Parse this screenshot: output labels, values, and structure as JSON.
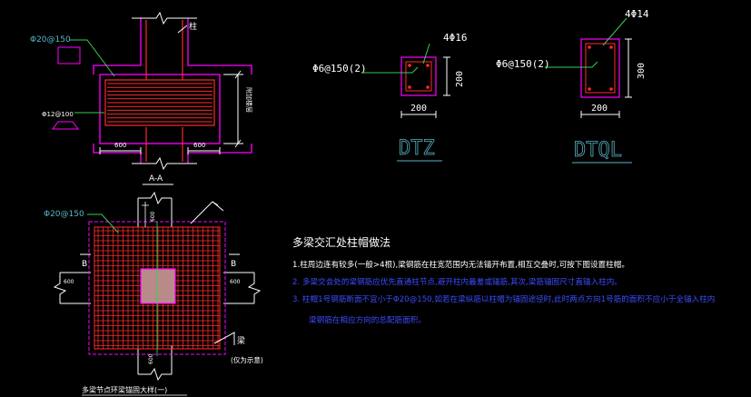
{
  "colors": {
    "background": "#000000",
    "outline": "#ff00ff",
    "rebar": "#ff2a2a",
    "dim": "#ffffff",
    "label_cyan": "#5ab4c8",
    "blue_text": "#3b4bff",
    "leader_green": "#34d14e",
    "column_fill": "#b98a8a"
  },
  "section_aa": {
    "column_label": "柱",
    "label_rebar_top": "Φ20@150",
    "label_rebar_side": "Φ12@100",
    "dim_left": "600",
    "dim_right": "600",
    "vertical_label": "附加楼层",
    "title": "A-A"
  },
  "dtz": {
    "stirrup": "Φ6@150(2)",
    "bars": "4Φ16",
    "width": "200",
    "height": "200",
    "name": "DTZ"
  },
  "dtql": {
    "stirrup": "Φ6@150(2)",
    "bars": "4Φ14",
    "width": "200",
    "height": "300",
    "name": "DTQL"
  },
  "plan": {
    "label_rebar": "Φ20@150",
    "dim_top": "600",
    "dim_left": "600",
    "dim_right": "600",
    "dim_bottom": "600",
    "section_mark_left": "B",
    "section_mark_right": "B",
    "beam_label": "梁",
    "beam_note": "(仅为示意)",
    "caption": "多梁节点环梁锚固大样(一)"
  },
  "notes": {
    "title": "多梁交汇处柱帽做法",
    "line1": "1.柱周边连有较多(一般>4根),梁钢筋在柱宽范围内无法锚开布置,相互交叠时,可按下图设置柱帽。",
    "line2": "2. 多梁交会处的梁钢筋应优先直通柱节点,避开柱内最差或锚筋,其次,梁筋锚固尺寸直锚入柱内。",
    "line3": "3. 柱帽1号钢筋断面不宜小于Φ20@150,如若在梁纵筋以柱帽为锚固途径时,此时两点方向1号筋的面积不应小于全锚入柱内",
    "line4": "梁钢筋在相应方向的总配筋面积。"
  }
}
